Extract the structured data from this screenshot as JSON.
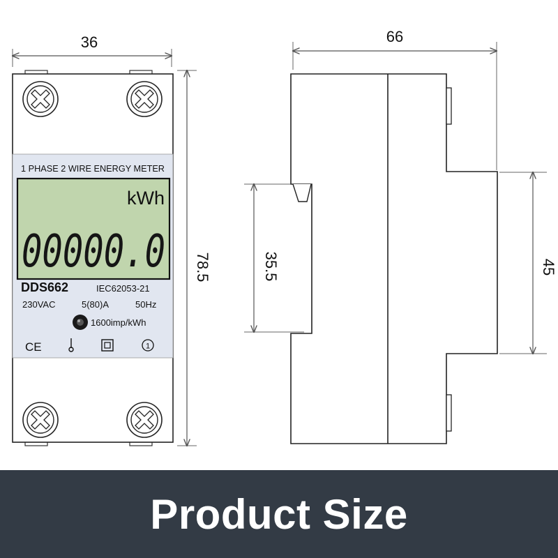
{
  "dimensions": {
    "front_width": "36",
    "front_height": "78.5",
    "side_width": "66",
    "rail_slot": "35.5",
    "side_step": "45"
  },
  "meter": {
    "title": "1 PHASE 2 WIRE ENERGY METER",
    "unit": "kWh",
    "reading": "00000.0",
    "model": "DDS662",
    "standard": "IEC62053-21",
    "voltage": "230VAC",
    "current": "5(80)A",
    "frequency": "50Hz",
    "pulse_rate": "1600imp/kWh",
    "symbols": [
      "CE",
      "ground-probe-icon",
      "double-insulation-icon",
      "class-1-icon"
    ],
    "class_mark": "1"
  },
  "banner": {
    "title": "Product Size"
  },
  "colors": {
    "lcd": "#c0d5ad",
    "label_panel": "#e1e6f0",
    "banner_bg": "#333b45",
    "outline": "#222222"
  }
}
